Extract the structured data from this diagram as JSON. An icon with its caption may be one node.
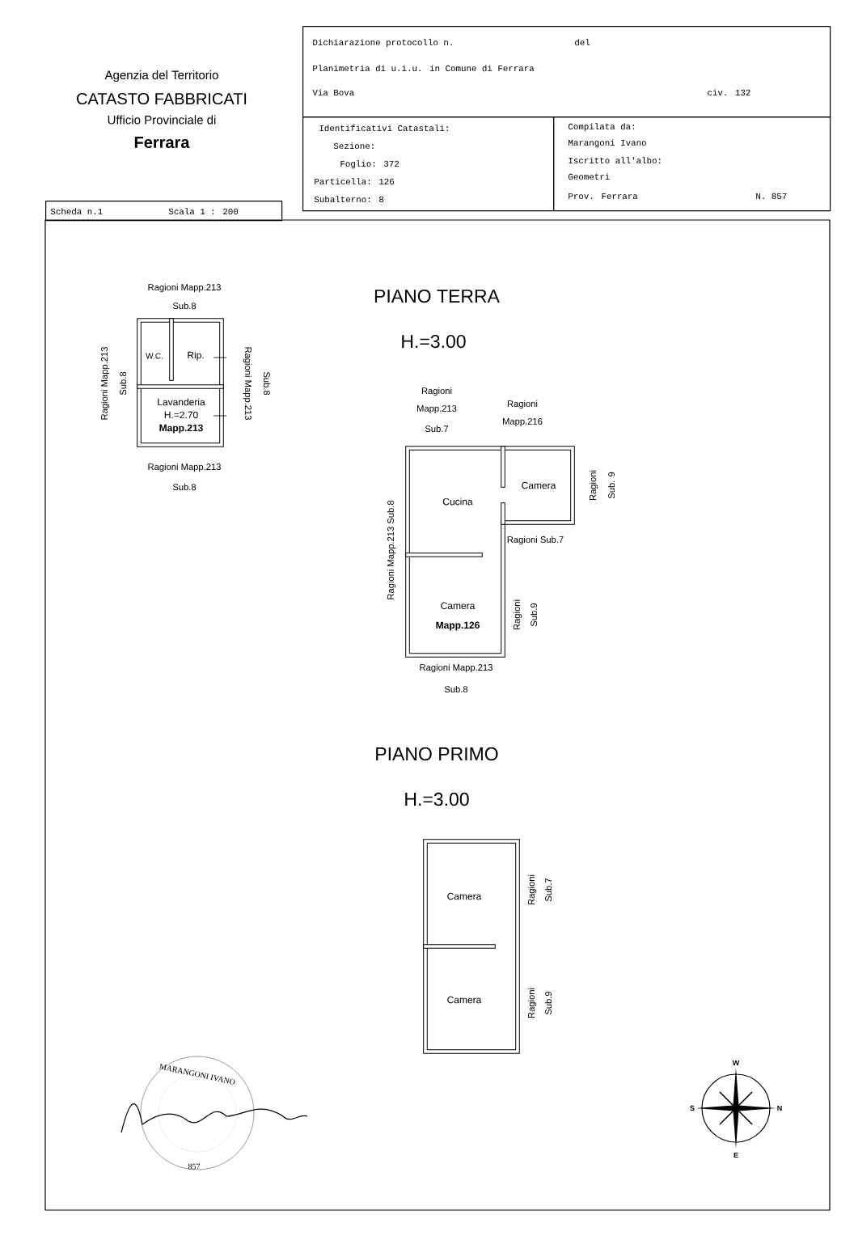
{
  "diagram": {
    "nodes": [
      {
        "text": [
          "Dichiarazione protocollo n.",
          "del",
          "Planimetria di u.i.u. in Comune di Ferrara",
          "Via Bova",
          "civ. 132"
        ]
      },
      {
        "text": [
          "Identificativi Catastali:",
          "Sezione:",
          "Foglio: 372",
          "Particella: 126",
          "Subalterno: 8"
        ]
      },
      {
        "text": [
          "Compilata da:",
          "Marangoni Ivano",
          "Iscritto all'albo:",
          "Geometri",
          "Prov. Ferrara",
          "N. 857"
        ]
      },
      {
        "text": [
          "Scheda n.1",
          "Scala 1 : 200"
        ]
      },
      {
        "text": [
          "W.C."
        ]
      },
      {
        "text": [
          "Rip."
        ]
      },
      {
        "text": [
          "Lavanderia",
          "H.=2.70",
          "Mapp.213"
        ]
      },
      {
        "text": [
          "Cucina"
        ]
      },
      {
        "text": [
          "Camera"
        ]
      },
      {
        "text": [
          "Camera",
          "Mapp.126"
        ]
      },
      {
        "text": [
          "Camera"
        ]
      },
      {
        "text": [
          "Camera"
        ]
      }
    ],
    "labels": [
      "Agenzia del Territorio",
      "CATASTO FABBRICATI",
      "Ufficio Provinciale di",
      "Ferrara",
      "PIANO TERRA",
      "H.=3.00",
      "Ragioni Mapp.213",
      "Sub.8",
      "Ragioni Mapp.213",
      "Sub.8",
      "Ragioni Mapp.213",
      "Sub.8",
      "Ragioni Mapp.213",
      "Sub.8",
      "Ragioni",
      "Mapp.213",
      "Sub.7",
      "Ragioni",
      "Mapp.216",
      "Ragioni",
      "Sub. 9",
      "Ragioni Mapp.213 Sub.8",
      "Ragioni Sub.7",
      "Ragioni",
      "Sub.9",
      "Ragioni Mapp.213",
      "Sub.8",
      "PIANO PRIMO",
      "H.=3.00",
      "Ragioni",
      "Sub.7",
      "Ragioni",
      "Sub.9",
      "MARANGONI IVANO",
      "857",
      "W",
      "S",
      "N",
      "E"
    ]
  }
}
